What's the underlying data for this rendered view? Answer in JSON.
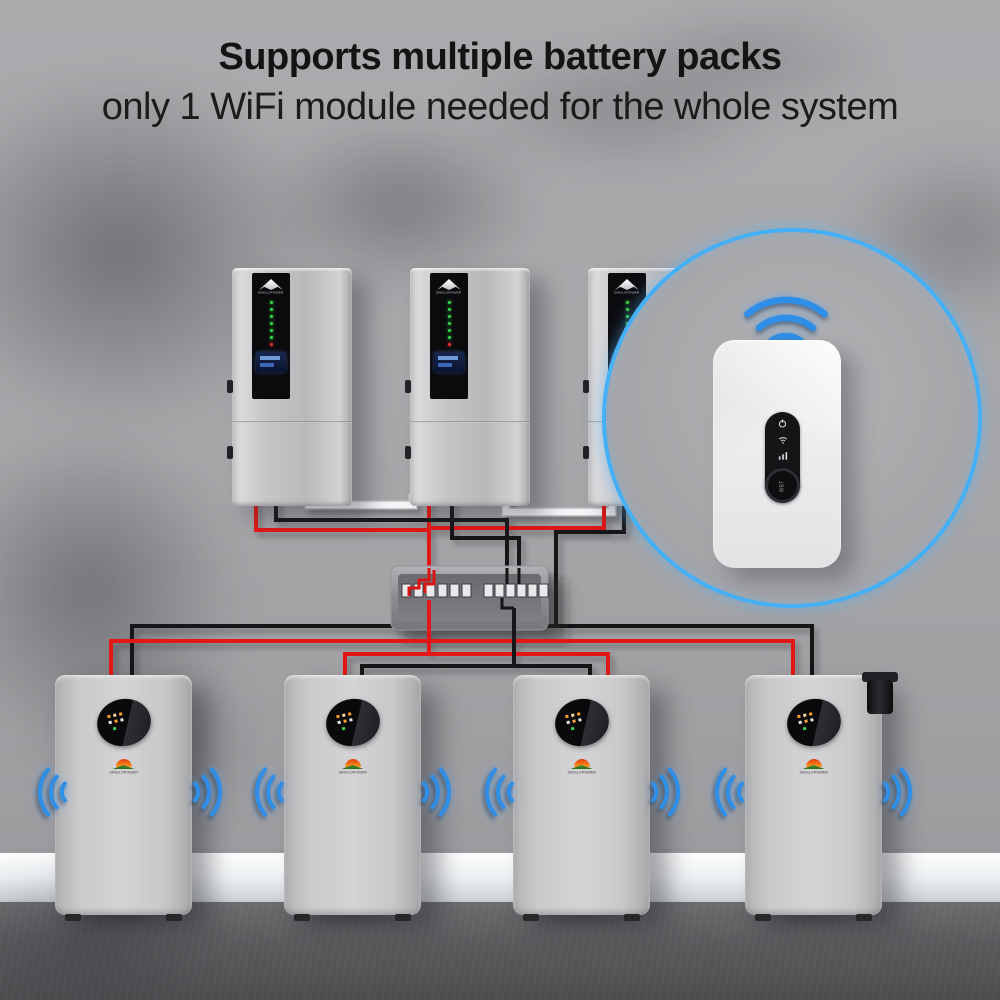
{
  "header": {
    "heading": "Supports multiple battery packs",
    "subheading": "only 1 WiFi module needed for the whole system"
  },
  "brand": {
    "name": "SINGLOPOWER"
  },
  "wifi_module": {
    "rst_label": "RST",
    "indicator_icons": [
      "power-icon",
      "wifi-icon",
      "signal-icon"
    ],
    "signal_arcs": 3
  },
  "scene": {
    "wall_units_count": 3,
    "battery_packs_count": 4,
    "wifi_modules_count": 1,
    "wire_colors": [
      "red",
      "black",
      "white"
    ]
  },
  "colors": {
    "accent_blue": "#45b0f5",
    "signal_blue": "#2f8fe8",
    "wire_red": "#e31717",
    "wire_black": "#161618",
    "wire_white": "#f4f5f7",
    "wall_gray": "#a6a6a9",
    "floor_gray": "#555557"
  }
}
